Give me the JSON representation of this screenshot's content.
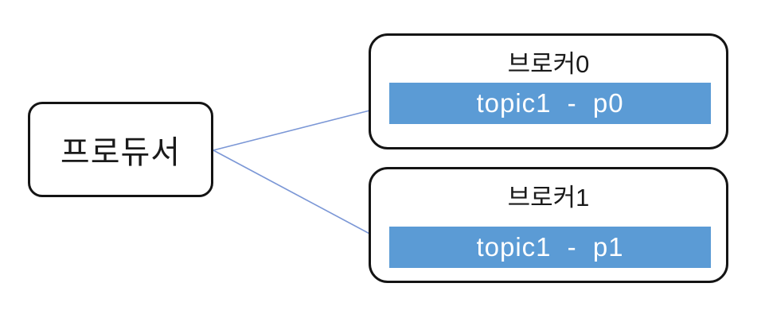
{
  "diagram": {
    "producer": {
      "label": "프로듀서"
    },
    "brokers": [
      {
        "title": "브로커0",
        "partition_label": "topic1 - p0"
      },
      {
        "title": "브로커1",
        "partition_label": "topic1 - p1"
      }
    ],
    "edges": [
      {
        "from": "producer",
        "to": "broker0-partition"
      },
      {
        "from": "producer",
        "to": "broker1-partition"
      }
    ],
    "colors": {
      "partition_fill": "#5B9BD5",
      "partition_text": "#FFFFFF",
      "arrow_line": "#7B97D6",
      "arrow_head": "#4472C4",
      "box_border": "#141414",
      "background": "#FFFFFF",
      "title_text": "#1A1A1A"
    }
  }
}
